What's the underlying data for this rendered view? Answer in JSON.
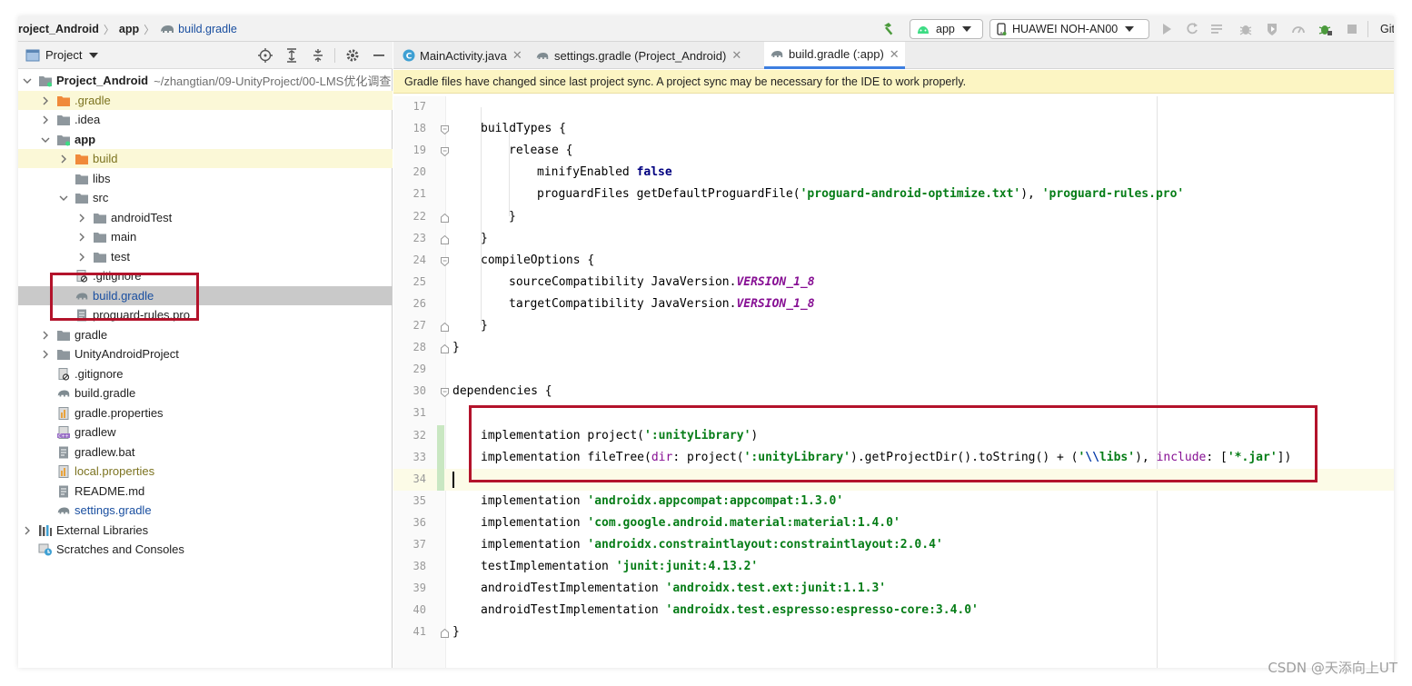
{
  "breadcrumb": [
    "roject_Android",
    "app",
    "build.gradle"
  ],
  "toolbar": {
    "run_config": "app",
    "device": "HUAWEI NOH-AN00",
    "vcs_label": "Git"
  },
  "project_panel": {
    "view_mode": "Project",
    "tree": [
      {
        "label": "Project_Android",
        "hint": "~/zhangtian/09-UnityProject/00-LMS优化调查",
        "level": 0,
        "arrow": "down",
        "icon": "module",
        "style": "bold"
      },
      {
        "label": ".gradle",
        "level": 1,
        "arrow": "right",
        "icon": "folder-orange",
        "style": "olive",
        "highlight": true
      },
      {
        "label": ".idea",
        "level": 1,
        "arrow": "right",
        "icon": "folder",
        "style": ""
      },
      {
        "label": "app",
        "level": 1,
        "arrow": "down",
        "icon": "module",
        "style": "bold"
      },
      {
        "label": "build",
        "level": 2,
        "arrow": "right",
        "icon": "folder-orange",
        "style": "olive",
        "highlight": true
      },
      {
        "label": "libs",
        "level": 2,
        "arrow": "",
        "icon": "folder",
        "style": ""
      },
      {
        "label": "src",
        "level": 2,
        "arrow": "down",
        "icon": "folder",
        "style": ""
      },
      {
        "label": "androidTest",
        "level": 3,
        "arrow": "right",
        "icon": "folder",
        "style": ""
      },
      {
        "label": "main",
        "level": 3,
        "arrow": "right",
        "icon": "folder",
        "style": ""
      },
      {
        "label": "test",
        "level": 3,
        "arrow": "right",
        "icon": "folder",
        "style": ""
      },
      {
        "label": ".gitignore",
        "level": 2,
        "arrow": "",
        "icon": "gitignore",
        "style": ""
      },
      {
        "label": "build.gradle",
        "level": 2,
        "arrow": "",
        "icon": "gradle",
        "style": "blue",
        "selected": true
      },
      {
        "label": "proguard-rules.pro",
        "level": 2,
        "arrow": "",
        "icon": "file-text",
        "style": ""
      },
      {
        "label": "gradle",
        "level": 1,
        "arrow": "right",
        "icon": "folder",
        "style": ""
      },
      {
        "label": "UnityAndroidProject",
        "level": 1,
        "arrow": "right",
        "icon": "folder",
        "style": ""
      },
      {
        "label": ".gitignore",
        "level": 1,
        "arrow": "",
        "icon": "gitignore",
        "style": ""
      },
      {
        "label": "build.gradle",
        "level": 1,
        "arrow": "",
        "icon": "gradle",
        "style": ""
      },
      {
        "label": "gradle.properties",
        "level": 1,
        "arrow": "",
        "icon": "properties",
        "style": ""
      },
      {
        "label": "gradlew",
        "level": 1,
        "arrow": "",
        "icon": "script",
        "style": ""
      },
      {
        "label": "gradlew.bat",
        "level": 1,
        "arrow": "",
        "icon": "file-text",
        "style": ""
      },
      {
        "label": "local.properties",
        "level": 1,
        "arrow": "",
        "icon": "properties",
        "style": "olive"
      },
      {
        "label": "README.md",
        "level": 1,
        "arrow": "",
        "icon": "file-text",
        "style": ""
      },
      {
        "label": "settings.gradle",
        "level": 1,
        "arrow": "",
        "icon": "gradle",
        "style": "blue"
      },
      {
        "label": "External Libraries",
        "level": 0,
        "arrow": "right",
        "icon": "libraries",
        "style": ""
      },
      {
        "label": "Scratches and Consoles",
        "level": 0,
        "arrow": "",
        "icon": "scratches",
        "style": ""
      }
    ]
  },
  "editor": {
    "tabs": [
      {
        "label": "MainActivity.java",
        "icon": "java-class",
        "active": false
      },
      {
        "label": "settings.gradle (Project_Android)",
        "icon": "gradle",
        "active": false
      },
      {
        "label": "build.gradle (:app)",
        "icon": "gradle",
        "active": true
      }
    ],
    "sync_banner": "Gradle files have changed since last project sync. A project sync may be necessary for the IDE to work properly.",
    "lines": [
      {
        "n": "17",
        "indent": 0,
        "fold": "",
        "changed": false,
        "tokens": []
      },
      {
        "n": "18",
        "indent": 1,
        "fold": "open",
        "changed": false,
        "tokens": [
          {
            "t": "buildTypes {",
            "c": ""
          }
        ]
      },
      {
        "n": "19",
        "indent": 2,
        "fold": "open",
        "changed": false,
        "tokens": [
          {
            "t": "release {",
            "c": ""
          }
        ]
      },
      {
        "n": "20",
        "indent": 3,
        "fold": "",
        "changed": false,
        "tokens": [
          {
            "t": "minifyEnabled ",
            "c": ""
          },
          {
            "t": "false",
            "c": "kw"
          }
        ]
      },
      {
        "n": "21",
        "indent": 3,
        "fold": "",
        "changed": false,
        "tokens": [
          {
            "t": "proguardFiles getDefaultProguardFile(",
            "c": ""
          },
          {
            "t": "'proguard-android-optimize.txt'",
            "c": "str"
          },
          {
            "t": "), ",
            "c": ""
          },
          {
            "t": "'proguard-rules.pro'",
            "c": "str"
          }
        ]
      },
      {
        "n": "22",
        "indent": 2,
        "fold": "close",
        "changed": false,
        "tokens": [
          {
            "t": "}",
            "c": ""
          }
        ]
      },
      {
        "n": "23",
        "indent": 1,
        "fold": "close",
        "changed": false,
        "tokens": [
          {
            "t": "}",
            "c": ""
          }
        ]
      },
      {
        "n": "24",
        "indent": 1,
        "fold": "open",
        "changed": false,
        "tokens": [
          {
            "t": "compileOptions {",
            "c": ""
          }
        ]
      },
      {
        "n": "25",
        "indent": 2,
        "fold": "",
        "changed": false,
        "tokens": [
          {
            "t": "sourceCompatibility JavaVersion.",
            "c": ""
          },
          {
            "t": "VERSION_1_8",
            "c": "cst"
          }
        ]
      },
      {
        "n": "26",
        "indent": 2,
        "fold": "",
        "changed": false,
        "tokens": [
          {
            "t": "targetCompatibility JavaVersion.",
            "c": ""
          },
          {
            "t": "VERSION_1_8",
            "c": "cst"
          }
        ]
      },
      {
        "n": "27",
        "indent": 1,
        "fold": "close",
        "changed": false,
        "tokens": [
          {
            "t": "}",
            "c": ""
          }
        ]
      },
      {
        "n": "28",
        "indent": 0,
        "fold": "close",
        "changed": false,
        "tokens": [
          {
            "t": "}",
            "c": ""
          }
        ]
      },
      {
        "n": "29",
        "indent": 0,
        "fold": "",
        "changed": false,
        "tokens": []
      },
      {
        "n": "30",
        "indent": 0,
        "fold": "open",
        "changed": false,
        "tokens": [
          {
            "t": "dependencies {",
            "c": ""
          }
        ]
      },
      {
        "n": "31",
        "indent": 0,
        "fold": "",
        "changed": false,
        "tokens": []
      },
      {
        "n": "32",
        "indent": 1,
        "fold": "",
        "changed": true,
        "tokens": [
          {
            "t": "implementation project(",
            "c": ""
          },
          {
            "t": "':unityLibrary'",
            "c": "str"
          },
          {
            "t": ")",
            "c": ""
          }
        ]
      },
      {
        "n": "33",
        "indent": 1,
        "fold": "",
        "changed": true,
        "tokens": [
          {
            "t": "implementation fileTree(",
            "c": ""
          },
          {
            "t": "dir",
            "c": "nm"
          },
          {
            "t": ": project(",
            "c": ""
          },
          {
            "t": "':unityLibrary'",
            "c": "str"
          },
          {
            "t": ").getProjectDir().toString() + (",
            "c": ""
          },
          {
            "t": "'",
            "c": "str"
          },
          {
            "t": "\\\\",
            "c": "esc"
          },
          {
            "t": "libs'",
            "c": "str"
          },
          {
            "t": "), ",
            "c": ""
          },
          {
            "t": "include",
            "c": "nm"
          },
          {
            "t": ": [",
            "c": ""
          },
          {
            "t": "'*.jar'",
            "c": "str"
          },
          {
            "t": "])",
            "c": ""
          }
        ]
      },
      {
        "n": "34",
        "indent": 0,
        "fold": "",
        "changed": true,
        "caret": true,
        "tokens": []
      },
      {
        "n": "35",
        "indent": 1,
        "fold": "",
        "changed": false,
        "tokens": [
          {
            "t": "implementation ",
            "c": ""
          },
          {
            "t": "'androidx.appcompat:appcompat:1.3.0'",
            "c": "str"
          }
        ]
      },
      {
        "n": "36",
        "indent": 1,
        "fold": "",
        "changed": false,
        "tokens": [
          {
            "t": "implementation ",
            "c": ""
          },
          {
            "t": "'com.google.android.material:material:1.4.0'",
            "c": "str"
          }
        ]
      },
      {
        "n": "37",
        "indent": 1,
        "fold": "",
        "changed": false,
        "tokens": [
          {
            "t": "implementation ",
            "c": ""
          },
          {
            "t": "'androidx.constraintlayout:constraintlayout:2.0.4'",
            "c": "str"
          }
        ]
      },
      {
        "n": "38",
        "indent": 1,
        "fold": "",
        "changed": false,
        "tokens": [
          {
            "t": "testImplementation ",
            "c": ""
          },
          {
            "t": "'junit:junit:4.13.2'",
            "c": "str"
          }
        ]
      },
      {
        "n": "39",
        "indent": 1,
        "fold": "",
        "changed": false,
        "tokens": [
          {
            "t": "androidTestImplementation ",
            "c": ""
          },
          {
            "t": "'androidx.test.ext:junit:1.1.3'",
            "c": "str"
          }
        ]
      },
      {
        "n": "40",
        "indent": 1,
        "fold": "",
        "changed": false,
        "tokens": [
          {
            "t": "androidTestImplementation ",
            "c": ""
          },
          {
            "t": "'androidx.test.espresso:espresso-core:3.4.0'",
            "c": "str"
          }
        ]
      },
      {
        "n": "41",
        "indent": 0,
        "fold": "close",
        "changed": false,
        "tokens": [
          {
            "t": "}",
            "c": ""
          }
        ]
      }
    ]
  },
  "watermark": "CSDN @天添向上UT",
  "colors": {
    "annotation_red": "#b3132b",
    "banner_yellow": "#fcf5c3",
    "string_green": "#067d17",
    "keyword_navy": "#000080",
    "constant_purple": "#871094",
    "selection_gray": "#c9c9c9",
    "change_marker_green": "#c9e7c2"
  }
}
